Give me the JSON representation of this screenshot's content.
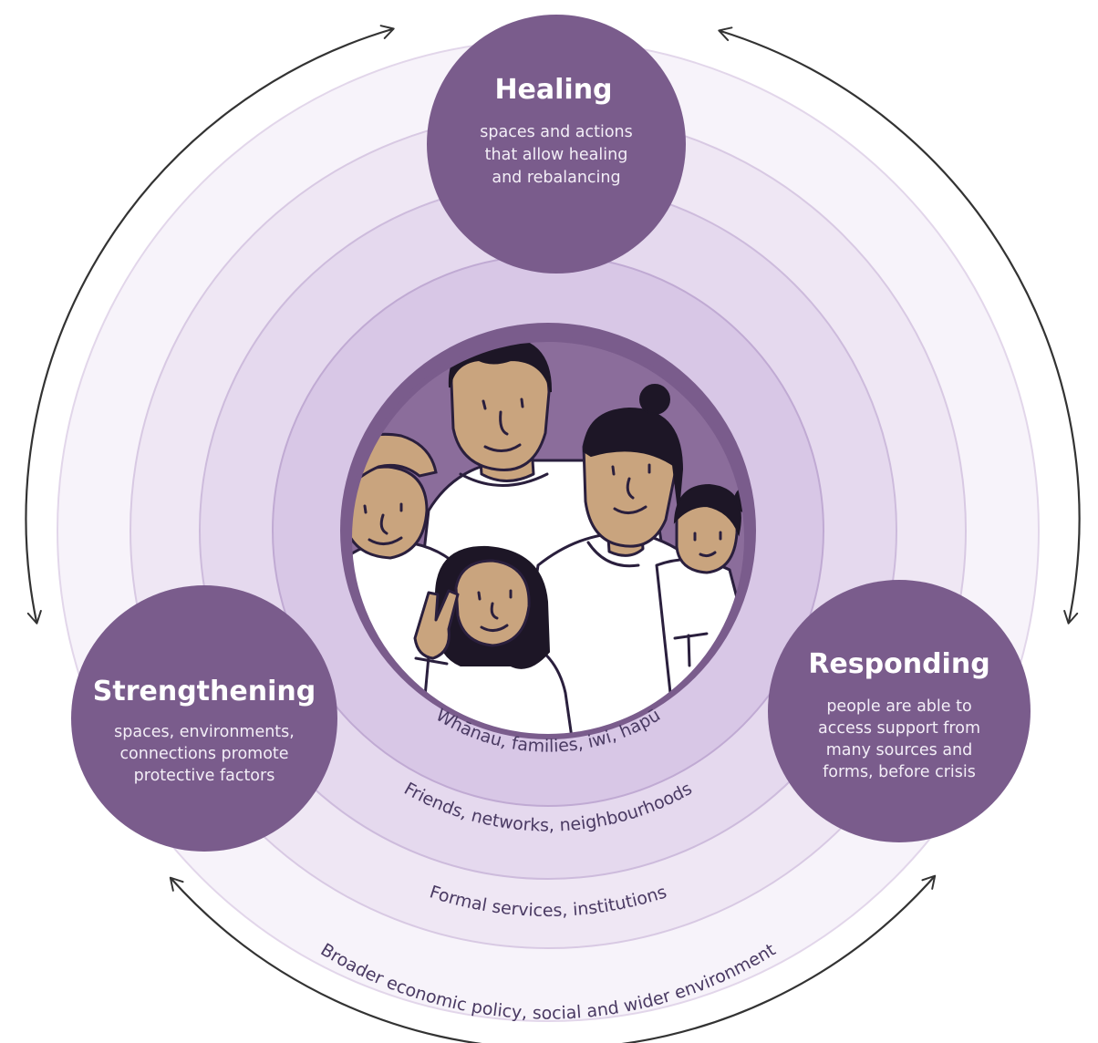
{
  "nodes": {
    "healing": {
      "title": "Healing",
      "lines": [
        "spaces and actions",
        "that allow healing",
        "and rebalancing"
      ]
    },
    "strengthening": {
      "title": "Strengthening",
      "lines": [
        "spaces, environments,",
        "connections promote",
        "protective factors"
      ]
    },
    "responding": {
      "title": "Responding",
      "lines": [
        "people are able to",
        "access support from",
        "many sources and",
        "forms, before crisis"
      ]
    }
  },
  "rings": {
    "whanau": "Whānau, families, iwi, hapū",
    "friends": "Friends, networks, neighbourhoods",
    "formal": "Formal services, institutions",
    "broader": "Broader economic policy, social and wider environment"
  },
  "illustration": {
    "name": "whanau-family-illustration"
  },
  "colors": {
    "node": "#7a5c8c",
    "ring_outer": "#f7f3fa",
    "ring_2": "#efe7f4",
    "ring_3": "#e5d9ee",
    "ring_4": "#d8c7e6",
    "ring_core": "#7a5c8c",
    "arrow": "#333333"
  }
}
